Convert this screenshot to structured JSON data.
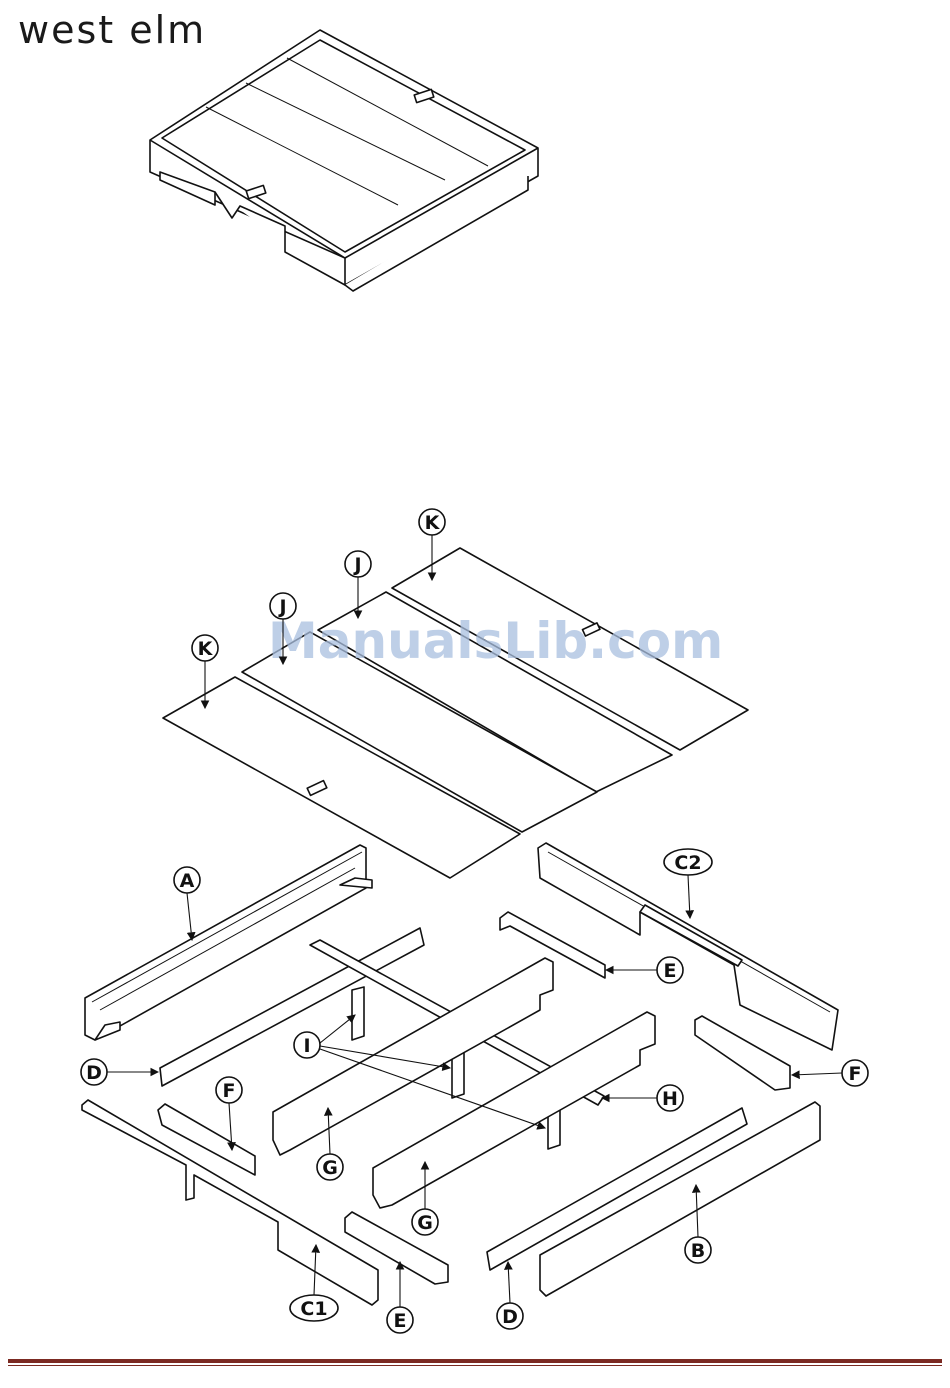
{
  "header": {
    "brand": "west elm"
  },
  "watermark": "ManualsLib.com",
  "parts": {
    "A": "A",
    "B": "B",
    "C1": "C1",
    "C2": "C2",
    "D": "D",
    "E": "E",
    "F": "F",
    "G": "G",
    "H": "H",
    "I": "I",
    "J": "J",
    "K": "K"
  },
  "colors": {
    "rule": "#7b2a22",
    "watermark": "#a9bfdf",
    "line": "#111111"
  }
}
